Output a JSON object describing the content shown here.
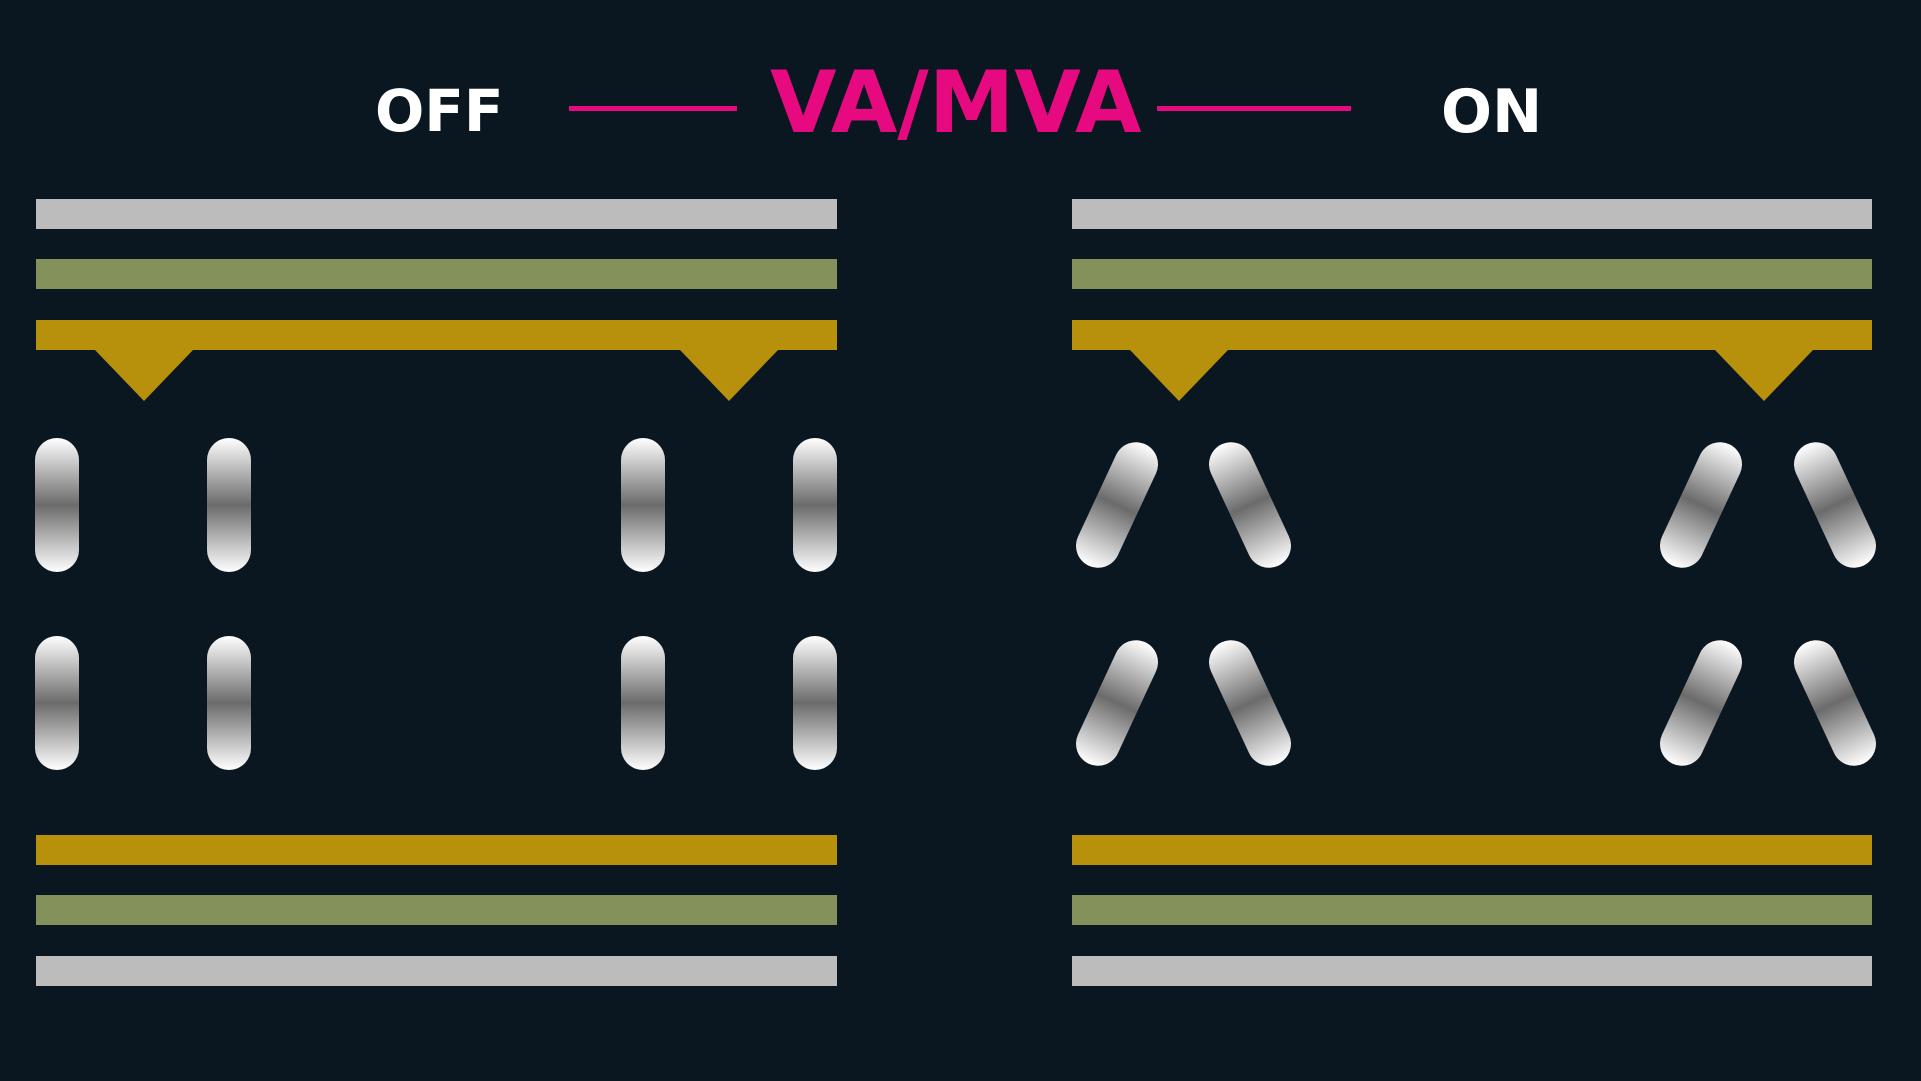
{
  "diagram": {
    "title": "VA/MVA",
    "off_label": "OFF",
    "on_label": "ON"
  },
  "colors": {
    "background": "#0a1720",
    "title": "#e6097f",
    "label": "#ffffff",
    "polarizer": "#bcbcbc",
    "substrate": "#84915a",
    "electrode": "#b8910c",
    "crystal_light": "#ffffff",
    "crystal_dark": "#6b6b6b"
  },
  "panels": [
    {
      "state": "off",
      "crystal_tilt_deg": 0
    },
    {
      "state": "on",
      "crystal_tilt_deg": 25
    }
  ]
}
